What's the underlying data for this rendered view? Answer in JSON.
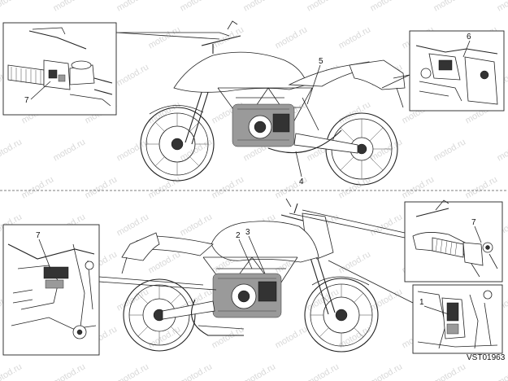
{
  "figure_code": "VST01963",
  "watermark": "motod.ru",
  "callouts": {
    "c1": "1",
    "c2": "2",
    "c3": "3",
    "c4": "4",
    "c5": "5",
    "c6": "6",
    "c7_top_left": "7",
    "c7_bottom_left": "7",
    "c7_bottom_right": "7"
  }
}
